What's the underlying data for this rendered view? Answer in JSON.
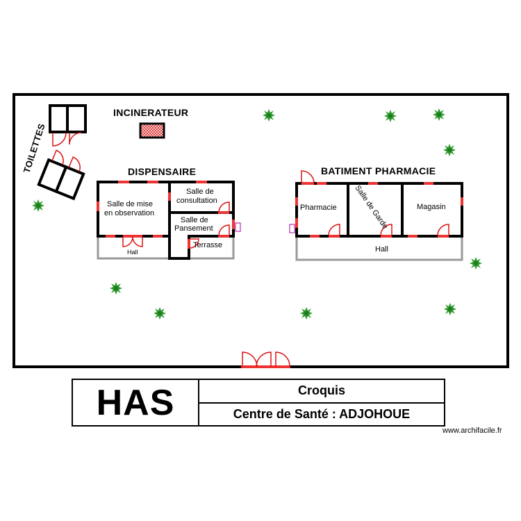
{
  "plan": {
    "buildings": {
      "toilets": "TOILETTES",
      "incinerator": "INCINERATEUR",
      "dispensary": "DISPENSAIRE",
      "pharmacy_building": "BATIMENT PHARMACIE"
    },
    "rooms": {
      "observation_line1": "Salle de mise",
      "observation_line2": "en observation",
      "consultation_line1": "Salle de",
      "consultation_line2": "consultation",
      "dressing_line1": "Salle de",
      "dressing_line2": "Pansement",
      "terrace": "Terrasse",
      "dispensary_hall": "Hall",
      "pharmacy": "Pharmacie",
      "guard_room": "Salle de Garde",
      "storage": "Magasin",
      "pharmacy_hall": "Hall"
    }
  },
  "cartouche": {
    "logo": "HAS",
    "title": "Croquis",
    "subtitle": "Centre de Santé : ADJOHOUE"
  },
  "credit": "www.archifacile.fr",
  "colors": {
    "walls": "#000000",
    "doors_windows": "#dd2222",
    "trees": "#2e9a2e",
    "hall_walls": "#999999"
  }
}
